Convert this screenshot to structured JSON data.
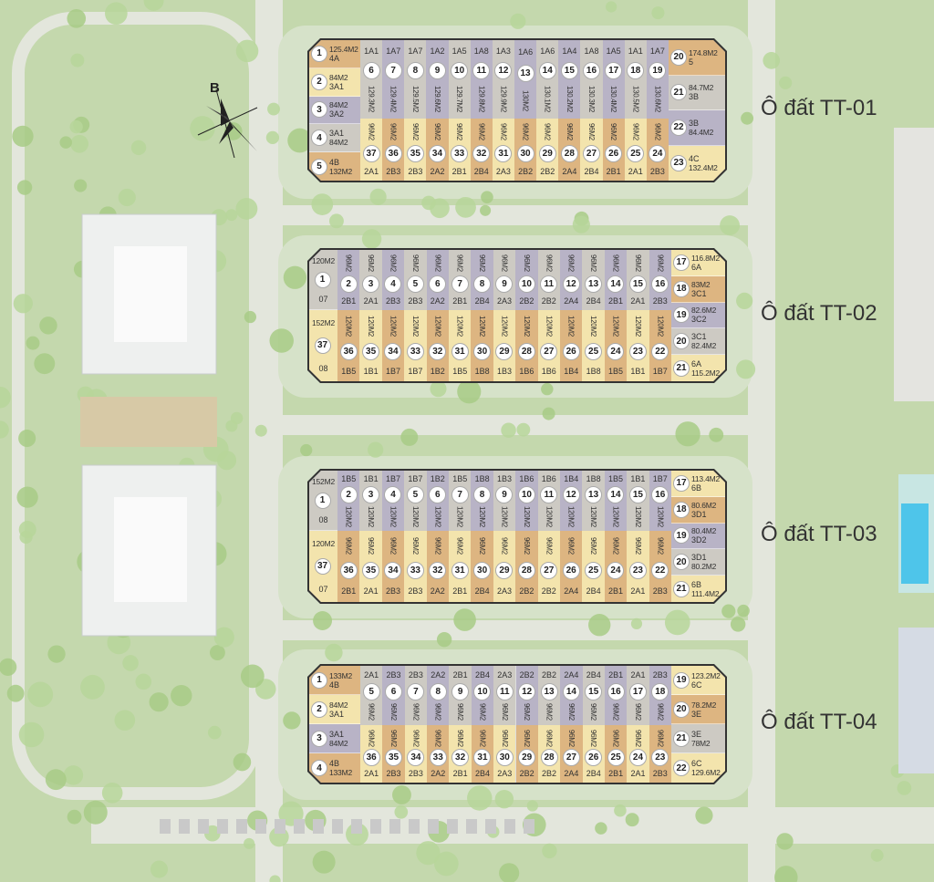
{
  "compass": {
    "north_label": "B",
    "icon": "compass-rose-icon"
  },
  "colors": {
    "gray": "#cdcac3",
    "purple": "#b8b3c6",
    "yellow": "#f3e4ad",
    "orange": "#ddb581",
    "background": "#c9dbb4"
  },
  "blocks": [
    {
      "label": "Ô đất TT-01",
      "left": [
        {
          "num": "1",
          "code": "4A",
          "area": "125.4M2",
          "color": "orange"
        },
        {
          "num": "2",
          "code": "3A1",
          "area": "84M2",
          "color": "yellow"
        },
        {
          "num": "3",
          "code": "3A2",
          "area": "84M2",
          "color": "purple"
        },
        {
          "num": "4",
          "code": "3A1",
          "area": "84M2",
          "color": "gray"
        },
        {
          "num": "5",
          "code": "4B",
          "area": "132M2",
          "color": "orange"
        }
      ],
      "top": [
        {
          "num": "6",
          "code": "1A1",
          "area": "129.3M2"
        },
        {
          "num": "7",
          "code": "1A7",
          "area": "129.4M2"
        },
        {
          "num": "8",
          "code": "1A7",
          "area": "129.5M2"
        },
        {
          "num": "9",
          "code": "1A2",
          "area": "129.6M2"
        },
        {
          "num": "10",
          "code": "1A5",
          "area": "129.7M2"
        },
        {
          "num": "11",
          "code": "1A8",
          "area": "129.8M2"
        },
        {
          "num": "12",
          "code": "1A3",
          "area": "129.9M2"
        },
        {
          "num": "13",
          "code": "1A6",
          "area": "130M2"
        },
        {
          "num": "14",
          "code": "1A6",
          "area": "130.1M2"
        },
        {
          "num": "15",
          "code": "1A4",
          "area": "130.2M2"
        },
        {
          "num": "16",
          "code": "1A8",
          "area": "130.3M2"
        },
        {
          "num": "17",
          "code": "1A5",
          "area": "130.4M2"
        },
        {
          "num": "18",
          "code": "1A1",
          "area": "130.5M2"
        },
        {
          "num": "19",
          "code": "1A7",
          "area": "130.6M2"
        }
      ],
      "bottom": [
        {
          "num": "37",
          "code": "2A1",
          "area": "96M2"
        },
        {
          "num": "36",
          "code": "2B3",
          "area": "96M2"
        },
        {
          "num": "35",
          "code": "2B3",
          "area": "96M2"
        },
        {
          "num": "34",
          "code": "2A2",
          "area": "96M2"
        },
        {
          "num": "33",
          "code": "2B1",
          "area": "96M2"
        },
        {
          "num": "32",
          "code": "2B4",
          "area": "96M2"
        },
        {
          "num": "31",
          "code": "2A3",
          "area": "96M2"
        },
        {
          "num": "30",
          "code": "2B2",
          "area": "96M2"
        },
        {
          "num": "29",
          "code": "2B2",
          "area": "96M2"
        },
        {
          "num": "28",
          "code": "2A4",
          "area": "96M2"
        },
        {
          "num": "27",
          "code": "2B4",
          "area": "96M2"
        },
        {
          "num": "26",
          "code": "2B1",
          "area": "96M2"
        },
        {
          "num": "25",
          "code": "2A1",
          "area": "96M2"
        },
        {
          "num": "24",
          "code": "2B3",
          "area": "96M2"
        }
      ],
      "right": [
        {
          "num": "20",
          "code": "5",
          "area": "174.8M2",
          "color": "orange"
        },
        {
          "num": "21",
          "code": "3B",
          "area": "84.7M2",
          "color": "gray"
        },
        {
          "num": "22",
          "code": "3B",
          "area": "84.4M2",
          "color": "purple"
        },
        {
          "num": "23",
          "code": "4C",
          "area": "132.4M2",
          "color": "yellow"
        }
      ]
    },
    {
      "label": "Ô đất TT-02",
      "left": [
        {
          "num": "1",
          "code": "07",
          "area": "120M2",
          "color": "gray"
        },
        {
          "num": "37",
          "code": "08",
          "area": "152M2",
          "color": "yellow"
        }
      ],
      "top": [
        {
          "num": "2",
          "code": "2B1",
          "area": "96M2"
        },
        {
          "num": "3",
          "code": "2A1",
          "area": "96M2"
        },
        {
          "num": "4",
          "code": "2B3",
          "area": "96M2"
        },
        {
          "num": "5",
          "code": "2B3",
          "area": "96M2"
        },
        {
          "num": "6",
          "code": "2A2",
          "area": "96M2"
        },
        {
          "num": "7",
          "code": "2B1",
          "area": "96M2"
        },
        {
          "num": "8",
          "code": "2B4",
          "area": "96M2"
        },
        {
          "num": "9",
          "code": "2A3",
          "area": "96M2"
        },
        {
          "num": "10",
          "code": "2B2",
          "area": "96M2"
        },
        {
          "num": "11",
          "code": "2B2",
          "area": "96M2"
        },
        {
          "num": "12",
          "code": "2A4",
          "area": "96M2"
        },
        {
          "num": "13",
          "code": "2B4",
          "area": "96M2"
        },
        {
          "num": "14",
          "code": "2B1",
          "area": "96M2"
        },
        {
          "num": "15",
          "code": "2A1",
          "area": "96M2"
        },
        {
          "num": "16",
          "code": "2B3",
          "area": "96M2"
        }
      ],
      "bottom": [
        {
          "num": "36",
          "code": "1B5",
          "area": "120M2"
        },
        {
          "num": "35",
          "code": "1B1",
          "area": "120M2"
        },
        {
          "num": "34",
          "code": "1B7",
          "area": "120M2"
        },
        {
          "num": "33",
          "code": "1B7",
          "area": "120M2"
        },
        {
          "num": "32",
          "code": "1B2",
          "area": "120M2"
        },
        {
          "num": "31",
          "code": "1B5",
          "area": "120M2"
        },
        {
          "num": "30",
          "code": "1B8",
          "area": "120M2"
        },
        {
          "num": "29",
          "code": "1B3",
          "area": "120M2"
        },
        {
          "num": "28",
          "code": "1B6",
          "area": "120M2"
        },
        {
          "num": "27",
          "code": "1B6",
          "area": "120M2"
        },
        {
          "num": "26",
          "code": "1B4",
          "area": "120M2"
        },
        {
          "num": "25",
          "code": "1B8",
          "area": "120M2"
        },
        {
          "num": "24",
          "code": "1B5",
          "area": "120M2"
        },
        {
          "num": "23",
          "code": "1B1",
          "area": "120M2"
        },
        {
          "num": "22",
          "code": "1B7",
          "area": "120M2"
        }
      ],
      "right": [
        {
          "num": "17",
          "code": "6A",
          "area": "116.8M2",
          "color": "yellow"
        },
        {
          "num": "18",
          "code": "3C1",
          "area": "83M2",
          "color": "orange"
        },
        {
          "num": "19",
          "code": "3C2",
          "area": "82.6M2",
          "color": "purple"
        },
        {
          "num": "20",
          "code": "3C1",
          "area": "82.4M2",
          "color": "gray"
        },
        {
          "num": "21",
          "code": "6A",
          "area": "115.2M2",
          "color": "yellow"
        }
      ]
    },
    {
      "label": "Ô đất TT-03",
      "left": [
        {
          "num": "1",
          "code": "08",
          "area": "152M2",
          "color": "gray"
        },
        {
          "num": "37",
          "code": "07",
          "area": "120M2",
          "color": "yellow"
        }
      ],
      "top": [
        {
          "num": "2",
          "code": "1B5",
          "area": "120M2"
        },
        {
          "num": "3",
          "code": "1B1",
          "area": "120M2"
        },
        {
          "num": "4",
          "code": "1B7",
          "area": "120M2"
        },
        {
          "num": "5",
          "code": "1B7",
          "area": "120M2"
        },
        {
          "num": "6",
          "code": "1B2",
          "area": "120M2"
        },
        {
          "num": "7",
          "code": "1B5",
          "area": "120M2"
        },
        {
          "num": "8",
          "code": "1B8",
          "area": "120M2"
        },
        {
          "num": "9",
          "code": "1B3",
          "area": "120M2"
        },
        {
          "num": "10",
          "code": "1B6",
          "area": "120M2"
        },
        {
          "num": "11",
          "code": "1B6",
          "area": "120M2"
        },
        {
          "num": "12",
          "code": "1B4",
          "area": "120M2"
        },
        {
          "num": "13",
          "code": "1B8",
          "area": "120M2"
        },
        {
          "num": "14",
          "code": "1B5",
          "area": "120M2"
        },
        {
          "num": "15",
          "code": "1B1",
          "area": "120M2"
        },
        {
          "num": "16",
          "code": "1B7",
          "area": "120M2"
        }
      ],
      "bottom": [
        {
          "num": "36",
          "code": "2B1",
          "area": "96M2"
        },
        {
          "num": "35",
          "code": "2A1",
          "area": "96M2"
        },
        {
          "num": "34",
          "code": "2B3",
          "area": "96M2"
        },
        {
          "num": "33",
          "code": "2B3",
          "area": "96M2"
        },
        {
          "num": "32",
          "code": "2A2",
          "area": "96M2"
        },
        {
          "num": "31",
          "code": "2B1",
          "area": "96M2"
        },
        {
          "num": "30",
          "code": "2B4",
          "area": "96M2"
        },
        {
          "num": "29",
          "code": "2A3",
          "area": "96M2"
        },
        {
          "num": "28",
          "code": "2B2",
          "area": "96M2"
        },
        {
          "num": "27",
          "code": "2B2",
          "area": "96M2"
        },
        {
          "num": "26",
          "code": "2A4",
          "area": "96M2"
        },
        {
          "num": "25",
          "code": "2B4",
          "area": "96M2"
        },
        {
          "num": "24",
          "code": "2B1",
          "area": "96M2"
        },
        {
          "num": "23",
          "code": "2A1",
          "area": "96M2"
        },
        {
          "num": "22",
          "code": "2B3",
          "area": "96M2"
        }
      ],
      "right": [
        {
          "num": "17",
          "code": "6B",
          "area": "113.4M2",
          "color": "yellow"
        },
        {
          "num": "18",
          "code": "3D1",
          "area": "80.6M2",
          "color": "orange"
        },
        {
          "num": "19",
          "code": "3D2",
          "area": "80.4M2",
          "color": "purple"
        },
        {
          "num": "20",
          "code": "3D1",
          "area": "80.2M2",
          "color": "gray"
        },
        {
          "num": "21",
          "code": "6B",
          "area": "111.4M2",
          "color": "yellow"
        }
      ]
    },
    {
      "label": "Ô đất TT-04",
      "left": [
        {
          "num": "1",
          "code": "4B",
          "area": "133M2",
          "color": "orange"
        },
        {
          "num": "2",
          "code": "3A1",
          "area": "84M2",
          "color": "yellow"
        },
        {
          "num": "3",
          "code": "3A1",
          "area": "84M2",
          "color": "purple"
        },
        {
          "num": "4",
          "code": "4B",
          "area": "133M2",
          "color": "orange"
        }
      ],
      "top": [
        {
          "num": "5",
          "code": "2A1",
          "area": "96M2"
        },
        {
          "num": "6",
          "code": "2B3",
          "area": "96M2"
        },
        {
          "num": "7",
          "code": "2B3",
          "area": "96M2"
        },
        {
          "num": "8",
          "code": "2A2",
          "area": "96M2"
        },
        {
          "num": "9",
          "code": "2B1",
          "area": "96M2"
        },
        {
          "num": "10",
          "code": "2B4",
          "area": "96M2"
        },
        {
          "num": "11",
          "code": "2A3",
          "area": "96M2"
        },
        {
          "num": "12",
          "code": "2B2",
          "area": "96M2"
        },
        {
          "num": "13",
          "code": "2B2",
          "area": "96M2"
        },
        {
          "num": "14",
          "code": "2A4",
          "area": "96M2"
        },
        {
          "num": "15",
          "code": "2B4",
          "area": "96M2"
        },
        {
          "num": "16",
          "code": "2B1",
          "area": "96M2"
        },
        {
          "num": "17",
          "code": "2A1",
          "area": "96M2"
        },
        {
          "num": "18",
          "code": "2B3",
          "area": "96M2"
        }
      ],
      "bottom": [
        {
          "num": "36",
          "code": "2A1",
          "area": "96M2"
        },
        {
          "num": "35",
          "code": "2B3",
          "area": "96M2"
        },
        {
          "num": "34",
          "code": "2B3",
          "area": "96M2"
        },
        {
          "num": "33",
          "code": "2A2",
          "area": "96M2"
        },
        {
          "num": "32",
          "code": "2B1",
          "area": "96M2"
        },
        {
          "num": "31",
          "code": "2B4",
          "area": "96M2"
        },
        {
          "num": "30",
          "code": "2A3",
          "area": "96M2"
        },
        {
          "num": "29",
          "code": "2B2",
          "area": "96M2"
        },
        {
          "num": "28",
          "code": "2B2",
          "area": "96M2"
        },
        {
          "num": "27",
          "code": "2A4",
          "area": "96M2"
        },
        {
          "num": "26",
          "code": "2B4",
          "area": "96M2"
        },
        {
          "num": "25",
          "code": "2B1",
          "area": "96M2"
        },
        {
          "num": "24",
          "code": "2A1",
          "area": "96M2"
        },
        {
          "num": "23",
          "code": "2B3",
          "area": "96M2"
        }
      ],
      "right": [
        {
          "num": "19",
          "code": "6C",
          "area": "123.2M2",
          "color": "yellow"
        },
        {
          "num": "20",
          "code": "3E",
          "area": "78.2M2",
          "color": "orange"
        },
        {
          "num": "21",
          "code": "3E",
          "area": "78M2",
          "color": "gray"
        },
        {
          "num": "22",
          "code": "6C",
          "area": "129.6M2",
          "color": "yellow"
        }
      ]
    }
  ]
}
